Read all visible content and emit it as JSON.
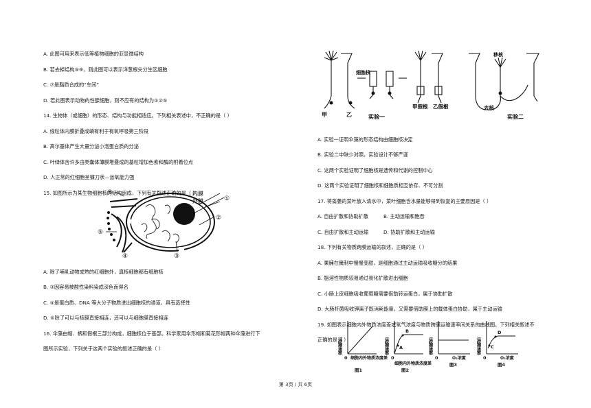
{
  "left": {
    "q13_options": [
      "A. 此图可用来表示低等植物细胞的亚显微结构",
      "B. 若去掉结构⑤⑨，则此图可以表示洋葱根尖分生区细胞",
      "C. ⑦是脂质合成的“车间”",
      "D. 若此图表示动物的性腺细胞，则不应有的结构为①②⑤"
    ],
    "q14": {
      "stem": "14. 生物体（或细胞）的形态、结构与功能相适应。下列相关表述中，不正确的是（     ）",
      "options": [
        "A. 线粒体内膜折叠成嵴有利于有氧呼吸第三阶段",
        "B. 高尔基体产生大量分泌小泡蛋白质的分泌",
        "C. 叶绿体含许多由类囊体薄膜堆叠成的基粒增加色素和酶的附着位点",
        "D. 人正常的红细胞呈镰刀状—运氧能力强"
      ]
    },
    "q15": {
      "stem": "15. 如图所示为某生物细胞核的结构组成，下列有关叙述正确的是（     ）",
      "figure_labels": {
        "inner": "内膜",
        "outer": "外膜",
        "n1": "①",
        "n2": "②",
        "n3": "③",
        "n4": "④",
        "n5": "⑤",
        "n6": "⑥"
      },
      "options": [
        "A. 除了哺乳动物成熟的红细胞外，真核细胞都有细胞核",
        "B. ③因容易被酸性染料染成深色而得名",
        "C. ④是蛋白质、DNA 等大分子物质进出细胞核的通道，具有选择性",
        "D. ⑥除了可以与核膜直接相连，还可以与细胞膜直接相连"
      ]
    },
    "q16": {
      "stem_line1": "16. 伞藻由帽、柄和假根三部分构成，细胞核位于基部。科学家用伞形帽和菊花形帽两种伞藻进行下",
      "stem_line2": "图所示实验，下列关于这两个实验的叙述正确的是（     ）"
    }
  },
  "right": {
    "experiment_figure": {
      "nucleus": "细胞核",
      "jia": "甲",
      "yi": "乙",
      "jia_root": "甲假根",
      "yi_root": "乙假根",
      "exp1": "实验一",
      "remove_nucleus": "去核",
      "transplant_nucleus": "移核",
      "exp2": "实验二"
    },
    "q16_options": [
      "A. 实验一证明伞藻的形态结构由细胞核决定",
      "B. 实验二中缺少对照，实验设计不够严谨",
      "C. 这两个实验证明了细胞核是遗传和代谢的控制中心",
      "D. 这两个实验证明了细胞核和细胞质相互依存、不可分割"
    ],
    "q17": {
      "stem": "17. 将蔫萎的菜叶放入清水中，菜叶细胞含水量能够得到恢复的主要原因是（     ）",
      "options_row1": [
        "A. 自由扩散和协助扩散",
        "B. 主动运输和胞吞"
      ],
      "options_row2": [
        "C. 自由扩散和主动运输",
        "D. 协助扩散和主动运输"
      ]
    },
    "q18": {
      "stem": "18. 下列有关物质跨膜运输的叙述，正确的是（     ）",
      "options": [
        "A. 果脯在腌制中慢慢变甜，是细胞通过主动运输吸收糖分的结果",
        "B. 脂溶性物质较易通过易化扩散进出细胞",
        "C. 小肠上皮细胞吸收葡萄糖需要借助转运蛋白，属于协助扩散",
        "D. 大肠杆菌吸收钾离子既消耗能量，又需要借助膜上的载体蛋白协助，属于主动运输"
      ]
    },
    "q19": {
      "stem_line1": "19. 如图表示细胞内外物质浓度差或氧气浓度与物质跨膜运输速率间关系的曲线图。下列相关叙述不",
      "stem_line2": "正确的是（     ）"
    },
    "graphs": {
      "y_label": "运输速率",
      "origin": "0",
      "x_conc": "细胞内外物质浓度差",
      "x_o2": "O₂浓度",
      "fig1": "图1",
      "fig2": "图2",
      "fig3": "图3",
      "fig4": "图4",
      "pt_a": "A",
      "pt_b": "B",
      "pt_c": "C",
      "pt_d": "D"
    }
  },
  "footer": "第 3页 / 共 6页"
}
